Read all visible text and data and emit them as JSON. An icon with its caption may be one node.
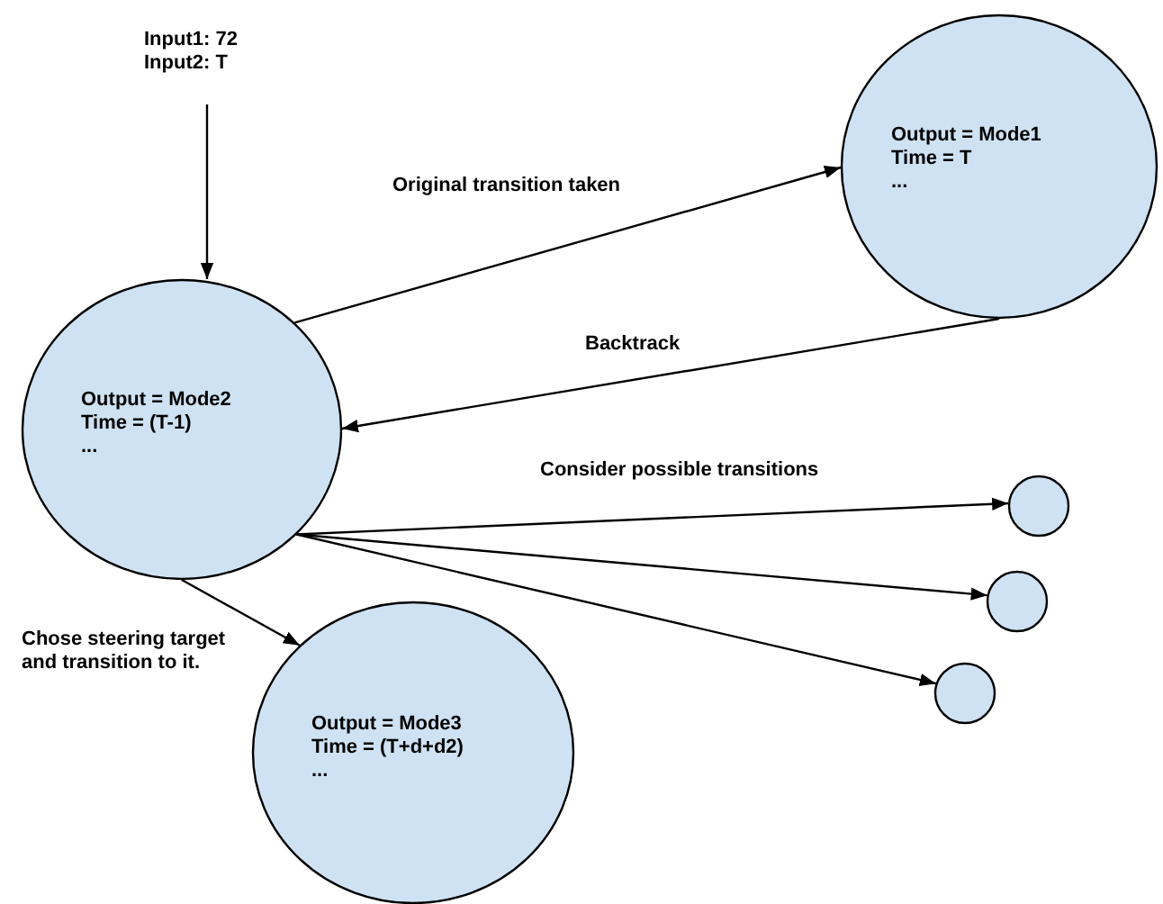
{
  "diagram": {
    "nodes": [
      {
        "text": [
          "Input1: 72",
          "Input2: T"
        ]
      },
      {
        "text": [
          "Output = Mode1",
          "Time = T",
          "..."
        ]
      },
      {
        "text": [
          "Output = Mode2",
          "Time = (T-1)",
          "..."
        ]
      },
      {
        "text": [],
        "shape": "circle"
      },
      {
        "text": [],
        "shape": "circle"
      },
      {
        "text": [],
        "shape": "circle"
      },
      {
        "text": [
          "Output = Mode3",
          "Time = (T+d+d2)",
          "..."
        ]
      }
    ],
    "edges": [
      {
        "from": 0,
        "to": 2,
        "arrow": "to"
      },
      {
        "from": 2,
        "to": 1,
        "arrow": "to",
        "label": "Original transition taken"
      },
      {
        "from": 1,
        "to": 2,
        "arrow": "to",
        "label": "Backtrack"
      },
      {
        "from": 2,
        "to": 3,
        "arrow": "to"
      },
      {
        "from": 2,
        "to": 4,
        "arrow": "to"
      },
      {
        "from": 2,
        "to": 5,
        "arrow": "to"
      },
      {
        "from": 2,
        "to": 6,
        "arrow": "to",
        "label": "Chose steering target and transition to it."
      }
    ],
    "labels": [
      "Consider possible transitions"
    ]
  }
}
